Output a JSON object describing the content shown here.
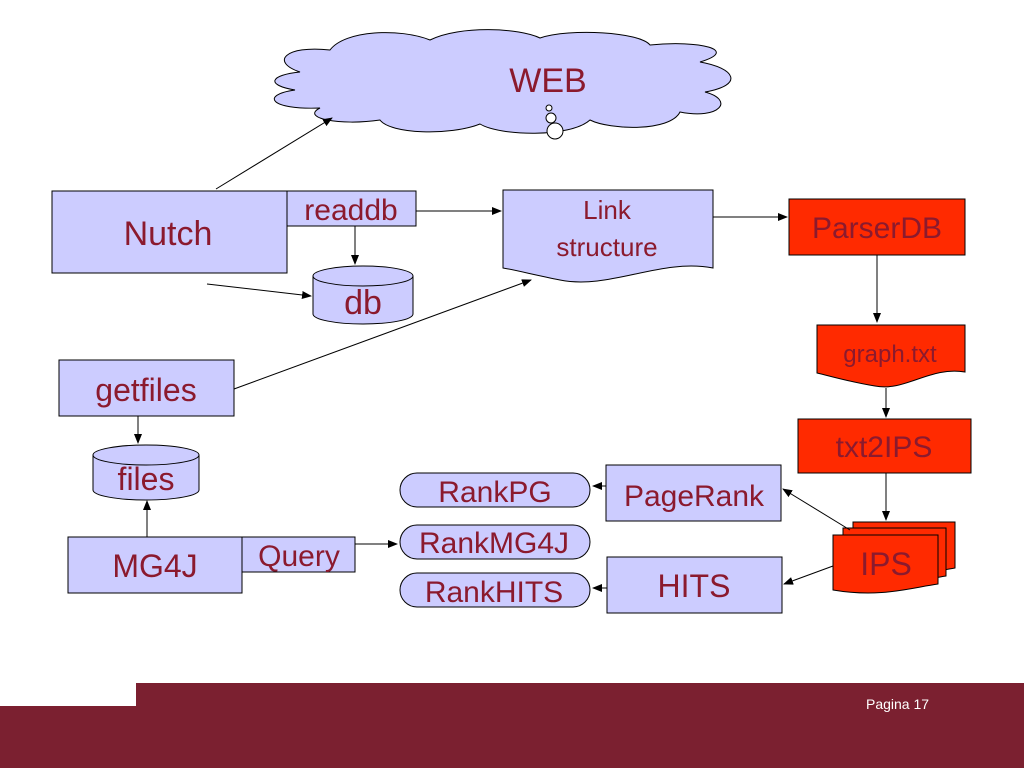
{
  "colors": {
    "box_fill": "#ccccff",
    "red_fill": "#ff2a00",
    "text": "#8b1a2e",
    "footer": "#7b2030"
  },
  "nodes": {
    "web": "WEB",
    "nutch": "Nutch",
    "readdb": "readdb",
    "db": "db",
    "link_structure_line1": "Link",
    "link_structure_line2": "structure",
    "parserdb": "ParserDB",
    "graph_txt": "graph.txt",
    "txt2ips": "txt2IPS",
    "ips": "IPS",
    "getfiles": "getfiles",
    "files": "files",
    "mg4j": "MG4J",
    "query": "Query",
    "rankpg": "RankPG",
    "rankmg4j": "RankMG4J",
    "rankhits": "RankHITS",
    "pagerank": "PageRank",
    "hits": "HITS"
  },
  "footer": {
    "page_label": "Pagina 17"
  }
}
